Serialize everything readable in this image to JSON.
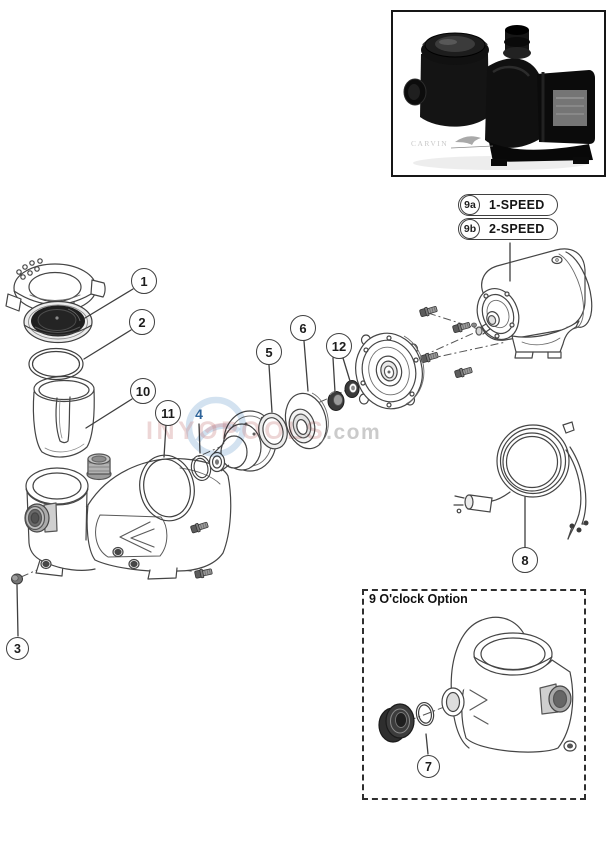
{
  "product_photo": {
    "brand": "CARVIN"
  },
  "speed_options": [
    {
      "id": "9a",
      "label": "1-SPEED"
    },
    {
      "id": "9b",
      "label": "2-SPEED"
    }
  ],
  "callouts": [
    {
      "id": "1",
      "part": "lid"
    },
    {
      "id": "2",
      "part": "lid-o-ring"
    },
    {
      "id": "3",
      "part": "drain-plug"
    },
    {
      "id": "4",
      "part": "shaft-o-ring"
    },
    {
      "id": "5",
      "part": "diffuser-gasket"
    },
    {
      "id": "6",
      "part": "diffuser"
    },
    {
      "id": "7",
      "part": "nine-oclock-plug"
    },
    {
      "id": "8",
      "part": "power-cord"
    },
    {
      "id": "10",
      "part": "strainer-basket"
    },
    {
      "id": "11",
      "part": "housing-o-ring"
    },
    {
      "id": "12",
      "part": "shaft-seal"
    }
  ],
  "option_box": {
    "title": "9 O'clock Option"
  },
  "watermark": {
    "name": "INYOPOOLS",
    "suffix": ".com"
  },
  "colors": {
    "line": "#454545",
    "callout_blue": "#2d6399"
  }
}
